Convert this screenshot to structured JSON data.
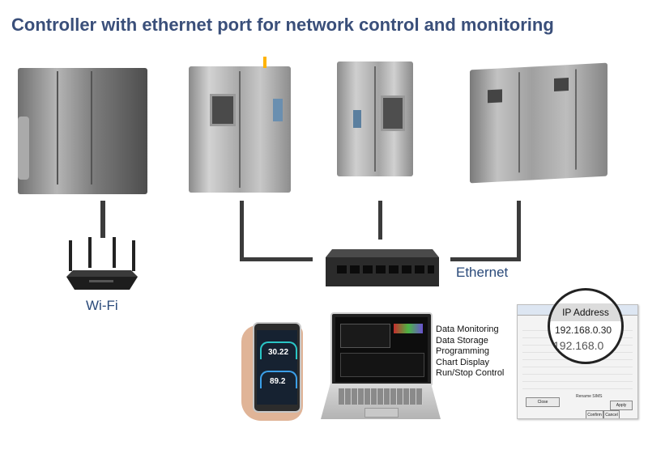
{
  "title": "Controller with ethernet port for network control and monitoring",
  "labels": {
    "wifi": "Wi-Fi",
    "ethernet": "Ethernet"
  },
  "features": [
    "Data Monitoring",
    "Data Storage",
    "Programming",
    "Chart Display",
    "Run/Stop Control"
  ],
  "phone": {
    "reading_1": "30.22",
    "reading_2": "89.2"
  },
  "ip_window": {
    "header": "IP Address",
    "ip_primary": "192.168.0.30",
    "ip_secondary": "192.168.0",
    "buttons": {
      "close": "Close",
      "confirm": "Confirm",
      "cancel": "Cancel",
      "apply": "Apply"
    },
    "rename_label": "Rename SIMS"
  },
  "colors": {
    "title": "#3a4f7a",
    "label": "#2a4a7a",
    "line": "#3b3b3b",
    "steel": "#9a9a9a"
  }
}
